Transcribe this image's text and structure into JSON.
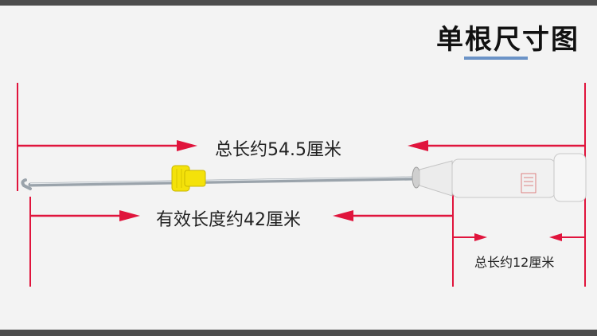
{
  "title": "单根尺寸图",
  "measurements": {
    "total_length": "总长约54.5厘米",
    "effective_length": "有效长度约42厘米",
    "handle_length": "总长约12厘米"
  },
  "colors": {
    "dimension_line": "#e0143c",
    "accent": "#6b93c7",
    "frame": "#4d4d4d",
    "knob": "#f4e20a"
  }
}
